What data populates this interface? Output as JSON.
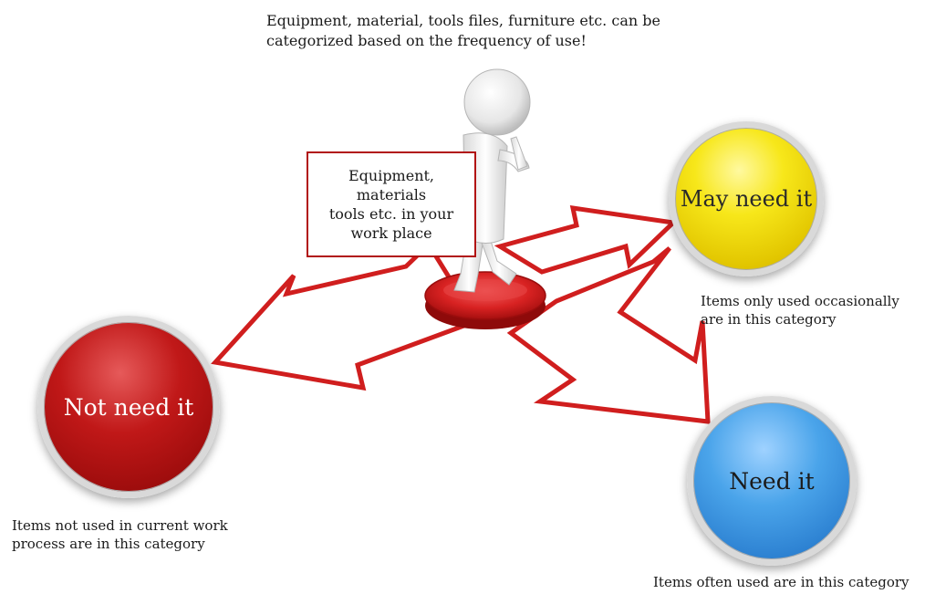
{
  "intro_text": "Equipment, material, tools files, furniture etc. can be\ncategorized based on the frequency of use!",
  "center_box": "Equipment,\nmaterials\ntools etc. in your\nwork place",
  "categories": [
    {
      "label": "May need it",
      "caption": "Items only used occasionally\nare in this category",
      "color": "#f2e01a"
    },
    {
      "label": "Not need it",
      "caption": "Items not used in current work\nprocess are in this category",
      "color": "#b51414"
    },
    {
      "label": "Need it",
      "caption": "Items often used are in this category",
      "color": "#3b95e2"
    }
  ],
  "arrow_color": "#d01e1e"
}
